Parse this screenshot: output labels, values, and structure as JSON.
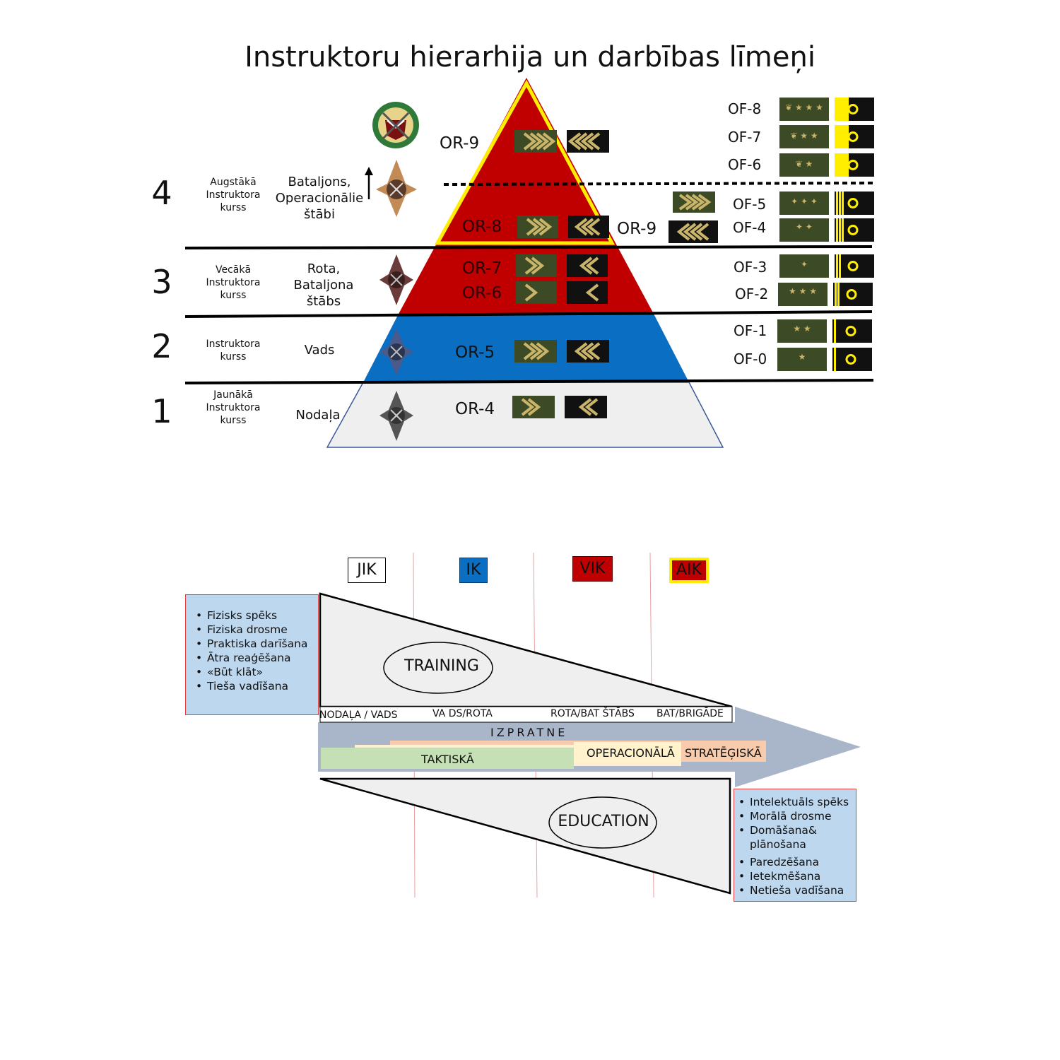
{
  "title": "Instruktoru hierarhija un darbības līmeņi",
  "colors": {
    "red": "#c00000",
    "blue": "#0a6ec3",
    "light": "#efefef",
    "yellow": "#ffee00",
    "olive": "#3d4a26",
    "black": "#111111",
    "sidebox_bg": "#bdd7ee",
    "sidebox_border": "#e04040",
    "arrow": "#a9b6c9"
  },
  "levels": [
    {
      "num": "1",
      "course": [
        "Jaunākā",
        "Instruktora",
        "kurss"
      ],
      "unit": [
        "Nodaļa"
      ]
    },
    {
      "num": "2",
      "course": [
        "Instruktora",
        "kurss"
      ],
      "unit": [
        "Vads"
      ]
    },
    {
      "num": "3",
      "course": [
        "Vecākā",
        "Instruktora",
        "kurss"
      ],
      "unit": [
        "Rota,",
        "Bataljona",
        "štābs"
      ]
    },
    {
      "num": "4",
      "course": [
        "Augstākā",
        "Instruktora",
        "kurss"
      ],
      "unit": [
        "Bataljons,",
        "Operacionālie",
        "štābi"
      ]
    }
  ],
  "or_ranks": [
    "OR-4",
    "OR-5",
    "OR-6",
    "OR-7",
    "OR-8",
    "OR-9",
    "OR-9"
  ],
  "of_ranks": [
    "OF-0",
    "OF-1",
    "OF-2",
    "OF-3",
    "OF-4",
    "OF-5",
    "OF-6",
    "OF-7",
    "OF-8"
  ],
  "of_stars": [
    "★",
    "★ ★",
    "★ ★ ★",
    "✦",
    "✦  ✦",
    "✦ ✦ ✦",
    "❦ ★",
    "❦ ★ ★",
    "❦ ★ ★ ★"
  ],
  "courses": [
    "JIK",
    "IK",
    "VIK",
    "AIK"
  ],
  "training_label": "TRAINING",
  "education_label": "EDUCATION",
  "org_levels": [
    "NODAĻA / VADS",
    "VA DS/ROTA",
    "ROTA/BAT ŠTĀBS",
    "BAT/BRIGĀDE"
  ],
  "izpratne": "IZPRATNE",
  "bands": [
    "TAKTISKĀ",
    "OPERACIONĀLĀ",
    "STRATĒĢISKĀ"
  ],
  "training_traits": [
    "Fizisks spēks",
    "Fiziska drosme",
    "Praktiska darīšana",
    "Ātra reaģēšana",
    "«Būt klāt»",
    "Tieša vadīšana"
  ],
  "education_traits": [
    "Intelektuāls spēks",
    "Morālā drosme",
    "Domāšana&",
    "plānošana",
    "Paredzēšana",
    "Ietekmēšana",
    "Netieša vadīšana"
  ]
}
